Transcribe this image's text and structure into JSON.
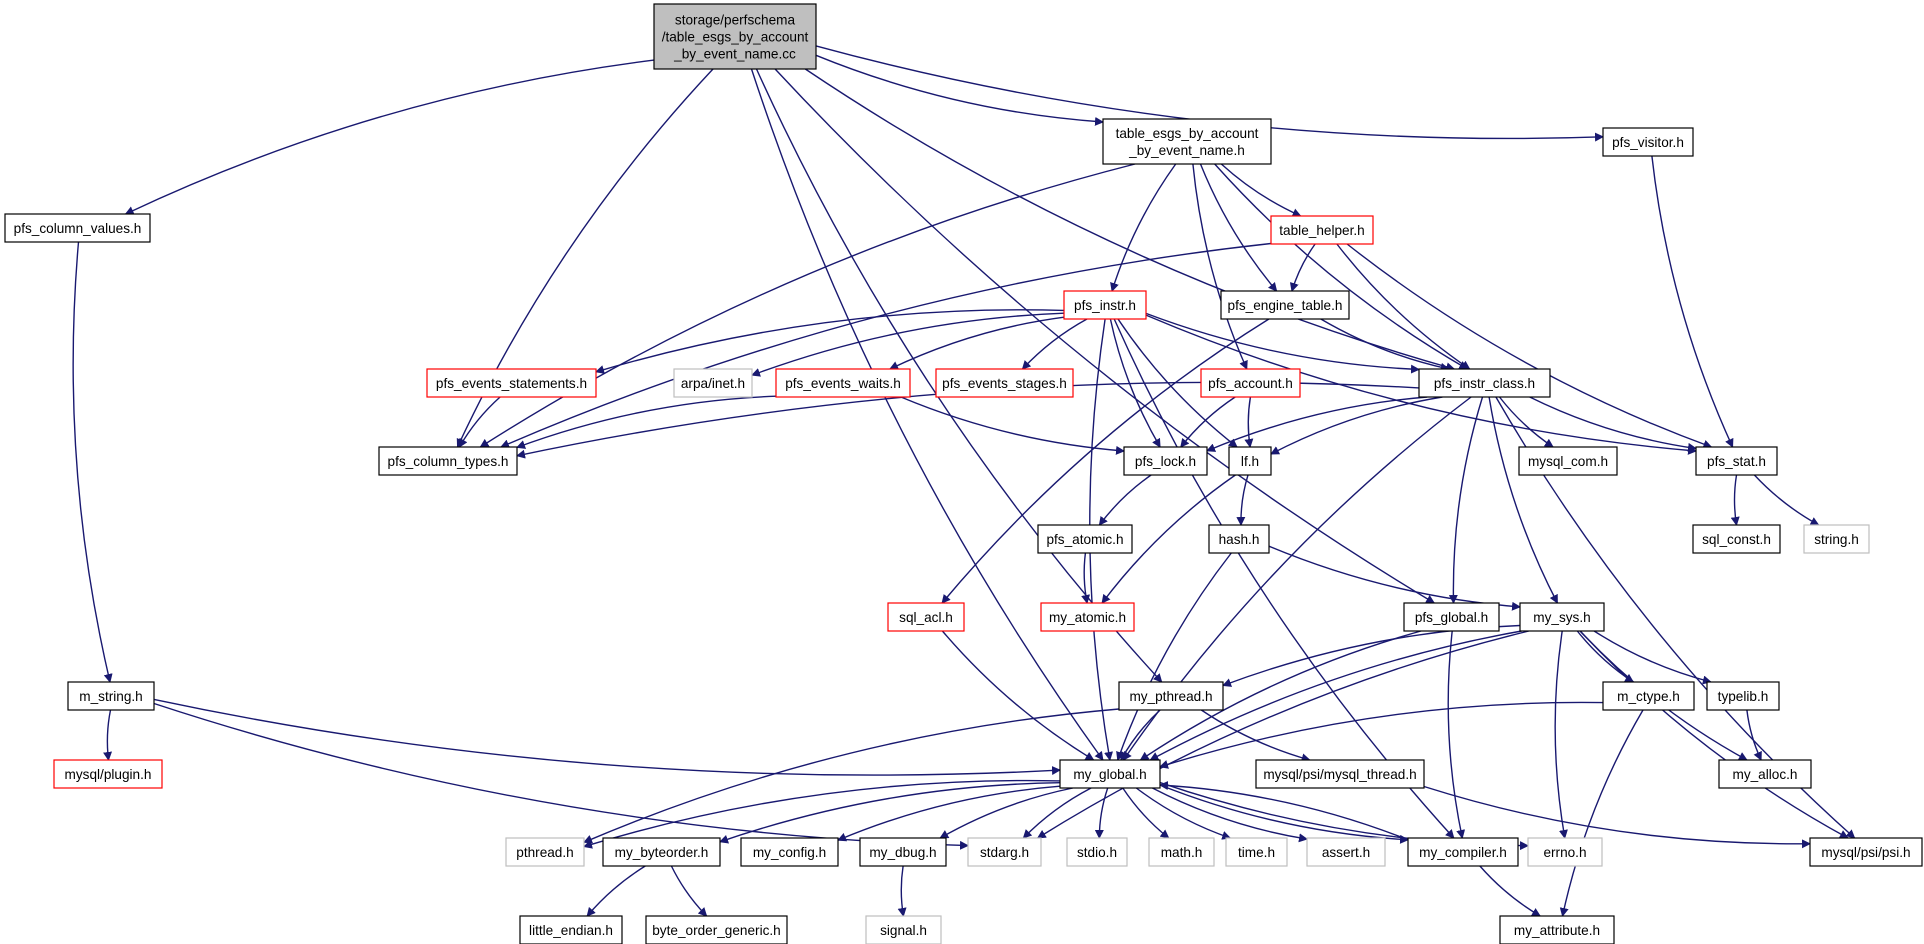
{
  "colors": {
    "edge": "#191970",
    "node_border": "#000000",
    "missing_border": "#bfbfbf",
    "highlight_border": "#ff0000",
    "root_fill": "#bfbfbf",
    "fill": "#ffffff"
  },
  "nodes": [
    {
      "id": "root",
      "lines": [
        "storage/perfschema",
        "/table_esgs_by_account",
        "_by_event_name.cc"
      ],
      "kind": "root"
    },
    {
      "id": "table_esgs_h",
      "lines": [
        "table_esgs_by_account",
        "_by_event_name.h"
      ],
      "kind": "normal"
    },
    {
      "id": "pfs_visitor",
      "lines": [
        "pfs_visitor.h"
      ],
      "kind": "normal"
    },
    {
      "id": "pfs_column_values",
      "lines": [
        "pfs_column_values.h"
      ],
      "kind": "normal"
    },
    {
      "id": "table_helper",
      "lines": [
        "table_helper.h"
      ],
      "kind": "highlight"
    },
    {
      "id": "pfs_instr",
      "lines": [
        "pfs_instr.h"
      ],
      "kind": "highlight"
    },
    {
      "id": "pfs_engine_table",
      "lines": [
        "pfs_engine_table.h"
      ],
      "kind": "normal"
    },
    {
      "id": "pfs_events_statements",
      "lines": [
        "pfs_events_statements.h"
      ],
      "kind": "highlight"
    },
    {
      "id": "arpa_inet",
      "lines": [
        "arpa/inet.h"
      ],
      "kind": "missing"
    },
    {
      "id": "pfs_events_waits",
      "lines": [
        "pfs_events_waits.h"
      ],
      "kind": "highlight"
    },
    {
      "id": "pfs_events_stages",
      "lines": [
        "pfs_events_stages.h"
      ],
      "kind": "highlight"
    },
    {
      "id": "pfs_account",
      "lines": [
        "pfs_account.h"
      ],
      "kind": "highlight"
    },
    {
      "id": "pfs_instr_class",
      "lines": [
        "pfs_instr_class.h"
      ],
      "kind": "normal"
    },
    {
      "id": "pfs_column_types",
      "lines": [
        "pfs_column_types.h"
      ],
      "kind": "normal"
    },
    {
      "id": "pfs_lock",
      "lines": [
        "pfs_lock.h"
      ],
      "kind": "normal"
    },
    {
      "id": "lf",
      "lines": [
        "lf.h"
      ],
      "kind": "normal"
    },
    {
      "id": "mysql_com",
      "lines": [
        "mysql_com.h"
      ],
      "kind": "normal"
    },
    {
      "id": "pfs_stat",
      "lines": [
        "pfs_stat.h"
      ],
      "kind": "normal"
    },
    {
      "id": "pfs_atomic",
      "lines": [
        "pfs_atomic.h"
      ],
      "kind": "normal"
    },
    {
      "id": "hash",
      "lines": [
        "hash.h"
      ],
      "kind": "normal"
    },
    {
      "id": "sql_const",
      "lines": [
        "sql_const.h"
      ],
      "kind": "normal"
    },
    {
      "id": "string_h",
      "lines": [
        "string.h"
      ],
      "kind": "missing"
    },
    {
      "id": "my_atomic",
      "lines": [
        "my_atomic.h"
      ],
      "kind": "highlight"
    },
    {
      "id": "sql_acl",
      "lines": [
        "sql_acl.h"
      ],
      "kind": "highlight"
    },
    {
      "id": "pfs_global",
      "lines": [
        "pfs_global.h"
      ],
      "kind": "normal"
    },
    {
      "id": "my_sys",
      "lines": [
        "my_sys.h"
      ],
      "kind": "normal"
    },
    {
      "id": "m_string",
      "lines": [
        "m_string.h"
      ],
      "kind": "normal"
    },
    {
      "id": "my_pthread",
      "lines": [
        "my_pthread.h"
      ],
      "kind": "normal"
    },
    {
      "id": "m_ctype",
      "lines": [
        "m_ctype.h"
      ],
      "kind": "normal"
    },
    {
      "id": "typelib",
      "lines": [
        "typelib.h"
      ],
      "kind": "normal"
    },
    {
      "id": "mysql_plugin",
      "lines": [
        "mysql/plugin.h"
      ],
      "kind": "highlight"
    },
    {
      "id": "my_global",
      "lines": [
        "my_global.h"
      ],
      "kind": "normal"
    },
    {
      "id": "mysql_thread",
      "lines": [
        "mysql/psi/mysql_thread.h"
      ],
      "kind": "normal"
    },
    {
      "id": "my_alloc",
      "lines": [
        "my_alloc.h"
      ],
      "kind": "normal"
    },
    {
      "id": "pthread_h",
      "lines": [
        "pthread.h"
      ],
      "kind": "missing"
    },
    {
      "id": "my_byteorder",
      "lines": [
        "my_byteorder.h"
      ],
      "kind": "normal"
    },
    {
      "id": "my_config",
      "lines": [
        "my_config.h"
      ],
      "kind": "normal"
    },
    {
      "id": "my_dbug",
      "lines": [
        "my_dbug.h"
      ],
      "kind": "normal"
    },
    {
      "id": "stdarg",
      "lines": [
        "stdarg.h"
      ],
      "kind": "missing"
    },
    {
      "id": "stdio",
      "lines": [
        "stdio.h"
      ],
      "kind": "missing"
    },
    {
      "id": "math",
      "lines": [
        "math.h"
      ],
      "kind": "missing"
    },
    {
      "id": "time_h",
      "lines": [
        "time.h"
      ],
      "kind": "missing"
    },
    {
      "id": "assert_h",
      "lines": [
        "assert.h"
      ],
      "kind": "missing"
    },
    {
      "id": "my_compiler",
      "lines": [
        "my_compiler.h"
      ],
      "kind": "normal"
    },
    {
      "id": "errno_h",
      "lines": [
        "errno.h"
      ],
      "kind": "missing"
    },
    {
      "id": "psi",
      "lines": [
        "mysql/psi/psi.h"
      ],
      "kind": "normal"
    },
    {
      "id": "little_endian",
      "lines": [
        "little_endian.h"
      ],
      "kind": "normal"
    },
    {
      "id": "byte_order_generic",
      "lines": [
        "byte_order_generic.h"
      ],
      "kind": "normal"
    },
    {
      "id": "signal_h",
      "lines": [
        "signal.h"
      ],
      "kind": "missing"
    },
    {
      "id": "my_attribute",
      "lines": [
        "my_attribute.h"
      ],
      "kind": "normal"
    }
  ],
  "edges": [
    [
      "root",
      "table_esgs_h"
    ],
    [
      "root",
      "pfs_visitor"
    ],
    [
      "root",
      "pfs_column_values"
    ],
    [
      "root",
      "pfs_column_types"
    ],
    [
      "root",
      "pfs_instr_class"
    ],
    [
      "root",
      "my_pthread"
    ],
    [
      "root",
      "my_global"
    ],
    [
      "root",
      "pfs_global"
    ],
    [
      "table_esgs_h",
      "table_helper"
    ],
    [
      "table_esgs_h",
      "pfs_instr"
    ],
    [
      "table_esgs_h",
      "pfs_engine_table"
    ],
    [
      "table_esgs_h",
      "pfs_account"
    ],
    [
      "table_esgs_h",
      "pfs_instr_class"
    ],
    [
      "table_esgs_h",
      "pfs_column_types"
    ],
    [
      "pfs_visitor",
      "pfs_stat"
    ],
    [
      "pfs_column_values",
      "m_string"
    ],
    [
      "table_helper",
      "pfs_engine_table"
    ],
    [
      "table_helper",
      "pfs_instr_class"
    ],
    [
      "table_helper",
      "pfs_stat"
    ],
    [
      "table_helper",
      "pfs_column_types"
    ],
    [
      "pfs_engine_table",
      "pfs_instr_class"
    ],
    [
      "pfs_engine_table",
      "sql_acl"
    ],
    [
      "pfs_instr",
      "pfs_events_statements"
    ],
    [
      "pfs_instr",
      "arpa_inet"
    ],
    [
      "pfs_instr",
      "pfs_events_waits"
    ],
    [
      "pfs_instr",
      "pfs_events_stages"
    ],
    [
      "pfs_instr",
      "pfs_instr_class"
    ],
    [
      "pfs_instr",
      "pfs_lock"
    ],
    [
      "pfs_instr",
      "lf"
    ],
    [
      "pfs_instr",
      "pfs_stat"
    ],
    [
      "pfs_instr",
      "my_global"
    ],
    [
      "pfs_instr",
      "my_compiler"
    ],
    [
      "pfs_events_statements",
      "pfs_column_types"
    ],
    [
      "pfs_events_waits",
      "pfs_column_types"
    ],
    [
      "pfs_events_waits",
      "pfs_lock"
    ],
    [
      "pfs_account",
      "pfs_lock"
    ],
    [
      "pfs_account",
      "lf"
    ],
    [
      "pfs_instr_class",
      "pfs_column_types"
    ],
    [
      "pfs_instr_class",
      "pfs_lock"
    ],
    [
      "pfs_instr_class",
      "lf"
    ],
    [
      "pfs_instr_class",
      "mysql_com"
    ],
    [
      "pfs_instr_class",
      "pfs_stat"
    ],
    [
      "pfs_instr_class",
      "pfs_global"
    ],
    [
      "pfs_instr_class",
      "my_sys"
    ],
    [
      "pfs_instr_class",
      "my_global"
    ],
    [
      "pfs_instr_class",
      "psi"
    ],
    [
      "pfs_lock",
      "pfs_atomic"
    ],
    [
      "lf",
      "hash"
    ],
    [
      "lf",
      "my_atomic"
    ],
    [
      "pfs_stat",
      "sql_const"
    ],
    [
      "pfs_stat",
      "string_h"
    ],
    [
      "pfs_atomic",
      "my_atomic"
    ],
    [
      "hash",
      "my_sys"
    ],
    [
      "hash",
      "my_global"
    ],
    [
      "sql_acl",
      "my_global"
    ],
    [
      "pfs_global",
      "my_global"
    ],
    [
      "pfs_global",
      "my_compiler"
    ],
    [
      "my_sys",
      "my_pthread"
    ],
    [
      "my_sys",
      "m_ctype"
    ],
    [
      "my_sys",
      "typelib"
    ],
    [
      "my_sys",
      "my_alloc"
    ],
    [
      "my_sys",
      "my_global"
    ],
    [
      "my_sys",
      "stdarg"
    ],
    [
      "my_sys",
      "errno_h"
    ],
    [
      "my_sys",
      "psi"
    ],
    [
      "m_string",
      "mysql_plugin"
    ],
    [
      "m_string",
      "my_global"
    ],
    [
      "m_string",
      "stdarg"
    ],
    [
      "my_pthread",
      "my_global"
    ],
    [
      "my_pthread",
      "mysql_thread"
    ],
    [
      "my_pthread",
      "pthread_h"
    ],
    [
      "m_ctype",
      "my_global"
    ],
    [
      "m_ctype",
      "my_attribute"
    ],
    [
      "typelib",
      "my_alloc"
    ],
    [
      "mysql_thread",
      "psi"
    ],
    [
      "my_global",
      "pthread_h"
    ],
    [
      "my_global",
      "my_byteorder"
    ],
    [
      "my_global",
      "my_config"
    ],
    [
      "my_global",
      "my_dbug"
    ],
    [
      "my_global",
      "stdarg"
    ],
    [
      "my_global",
      "stdio"
    ],
    [
      "my_global",
      "math"
    ],
    [
      "my_global",
      "time_h"
    ],
    [
      "my_global",
      "assert_h"
    ],
    [
      "my_global",
      "my_compiler"
    ],
    [
      "my_global",
      "errno_h"
    ],
    [
      "my_compiler",
      "my_global"
    ],
    [
      "my_compiler",
      "my_attribute"
    ],
    [
      "my_byteorder",
      "little_endian"
    ],
    [
      "my_byteorder",
      "byte_order_generic"
    ],
    [
      "my_dbug",
      "signal_h"
    ]
  ]
}
